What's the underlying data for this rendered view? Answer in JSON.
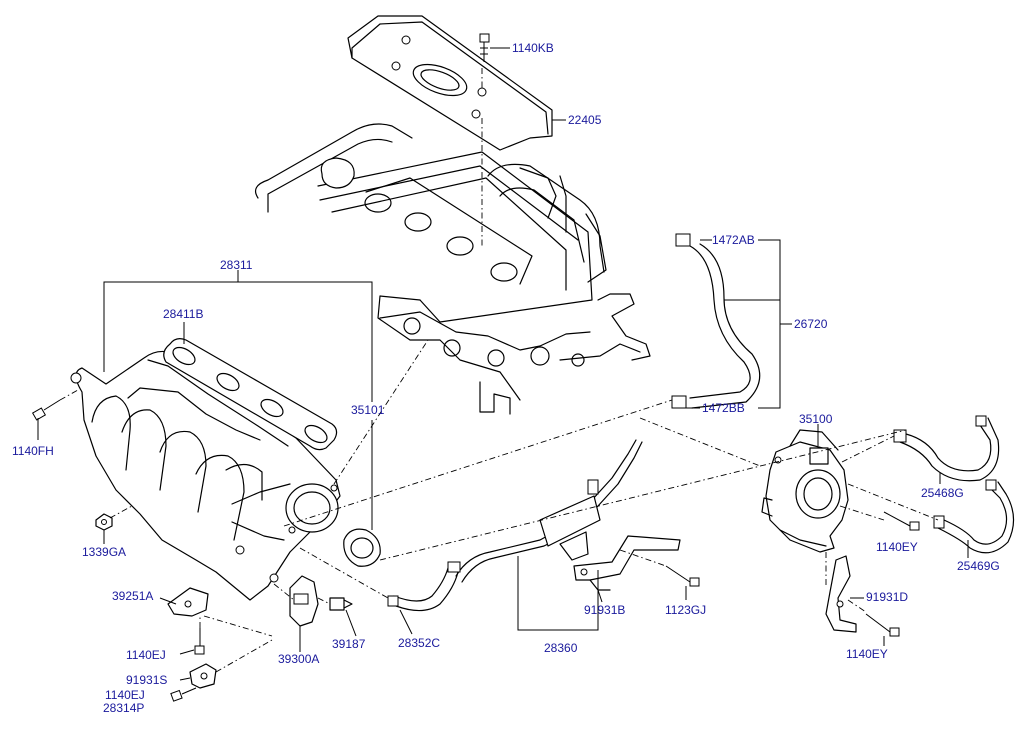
{
  "labels": {
    "l1140KB": "1140KB",
    "l22405": "22405",
    "l1472AB": "1472AB",
    "l26720": "26720",
    "l1472BB": "1472BB",
    "l28311": "28311",
    "l28411B": "28411B",
    "l35101": "35101",
    "l35100": "35100",
    "l1140FH": "1140FH",
    "l1339GA": "1339GA",
    "l25468G": "25468G",
    "l1140EY_a": "1140EY",
    "l25469G": "25469G",
    "l39251A": "39251A",
    "l91931D": "91931D",
    "l91931B": "91931B",
    "l1123GJ": "1123GJ",
    "l1140EJ_a": "1140EJ",
    "l39300A": "39300A",
    "l39187": "39187",
    "l28352C": "28352C",
    "l28360": "28360",
    "l1140EY_b": "1140EY",
    "l91931S": "91931S",
    "l1140EJ_b": "1140EJ",
    "l28314P": "28314P"
  }
}
